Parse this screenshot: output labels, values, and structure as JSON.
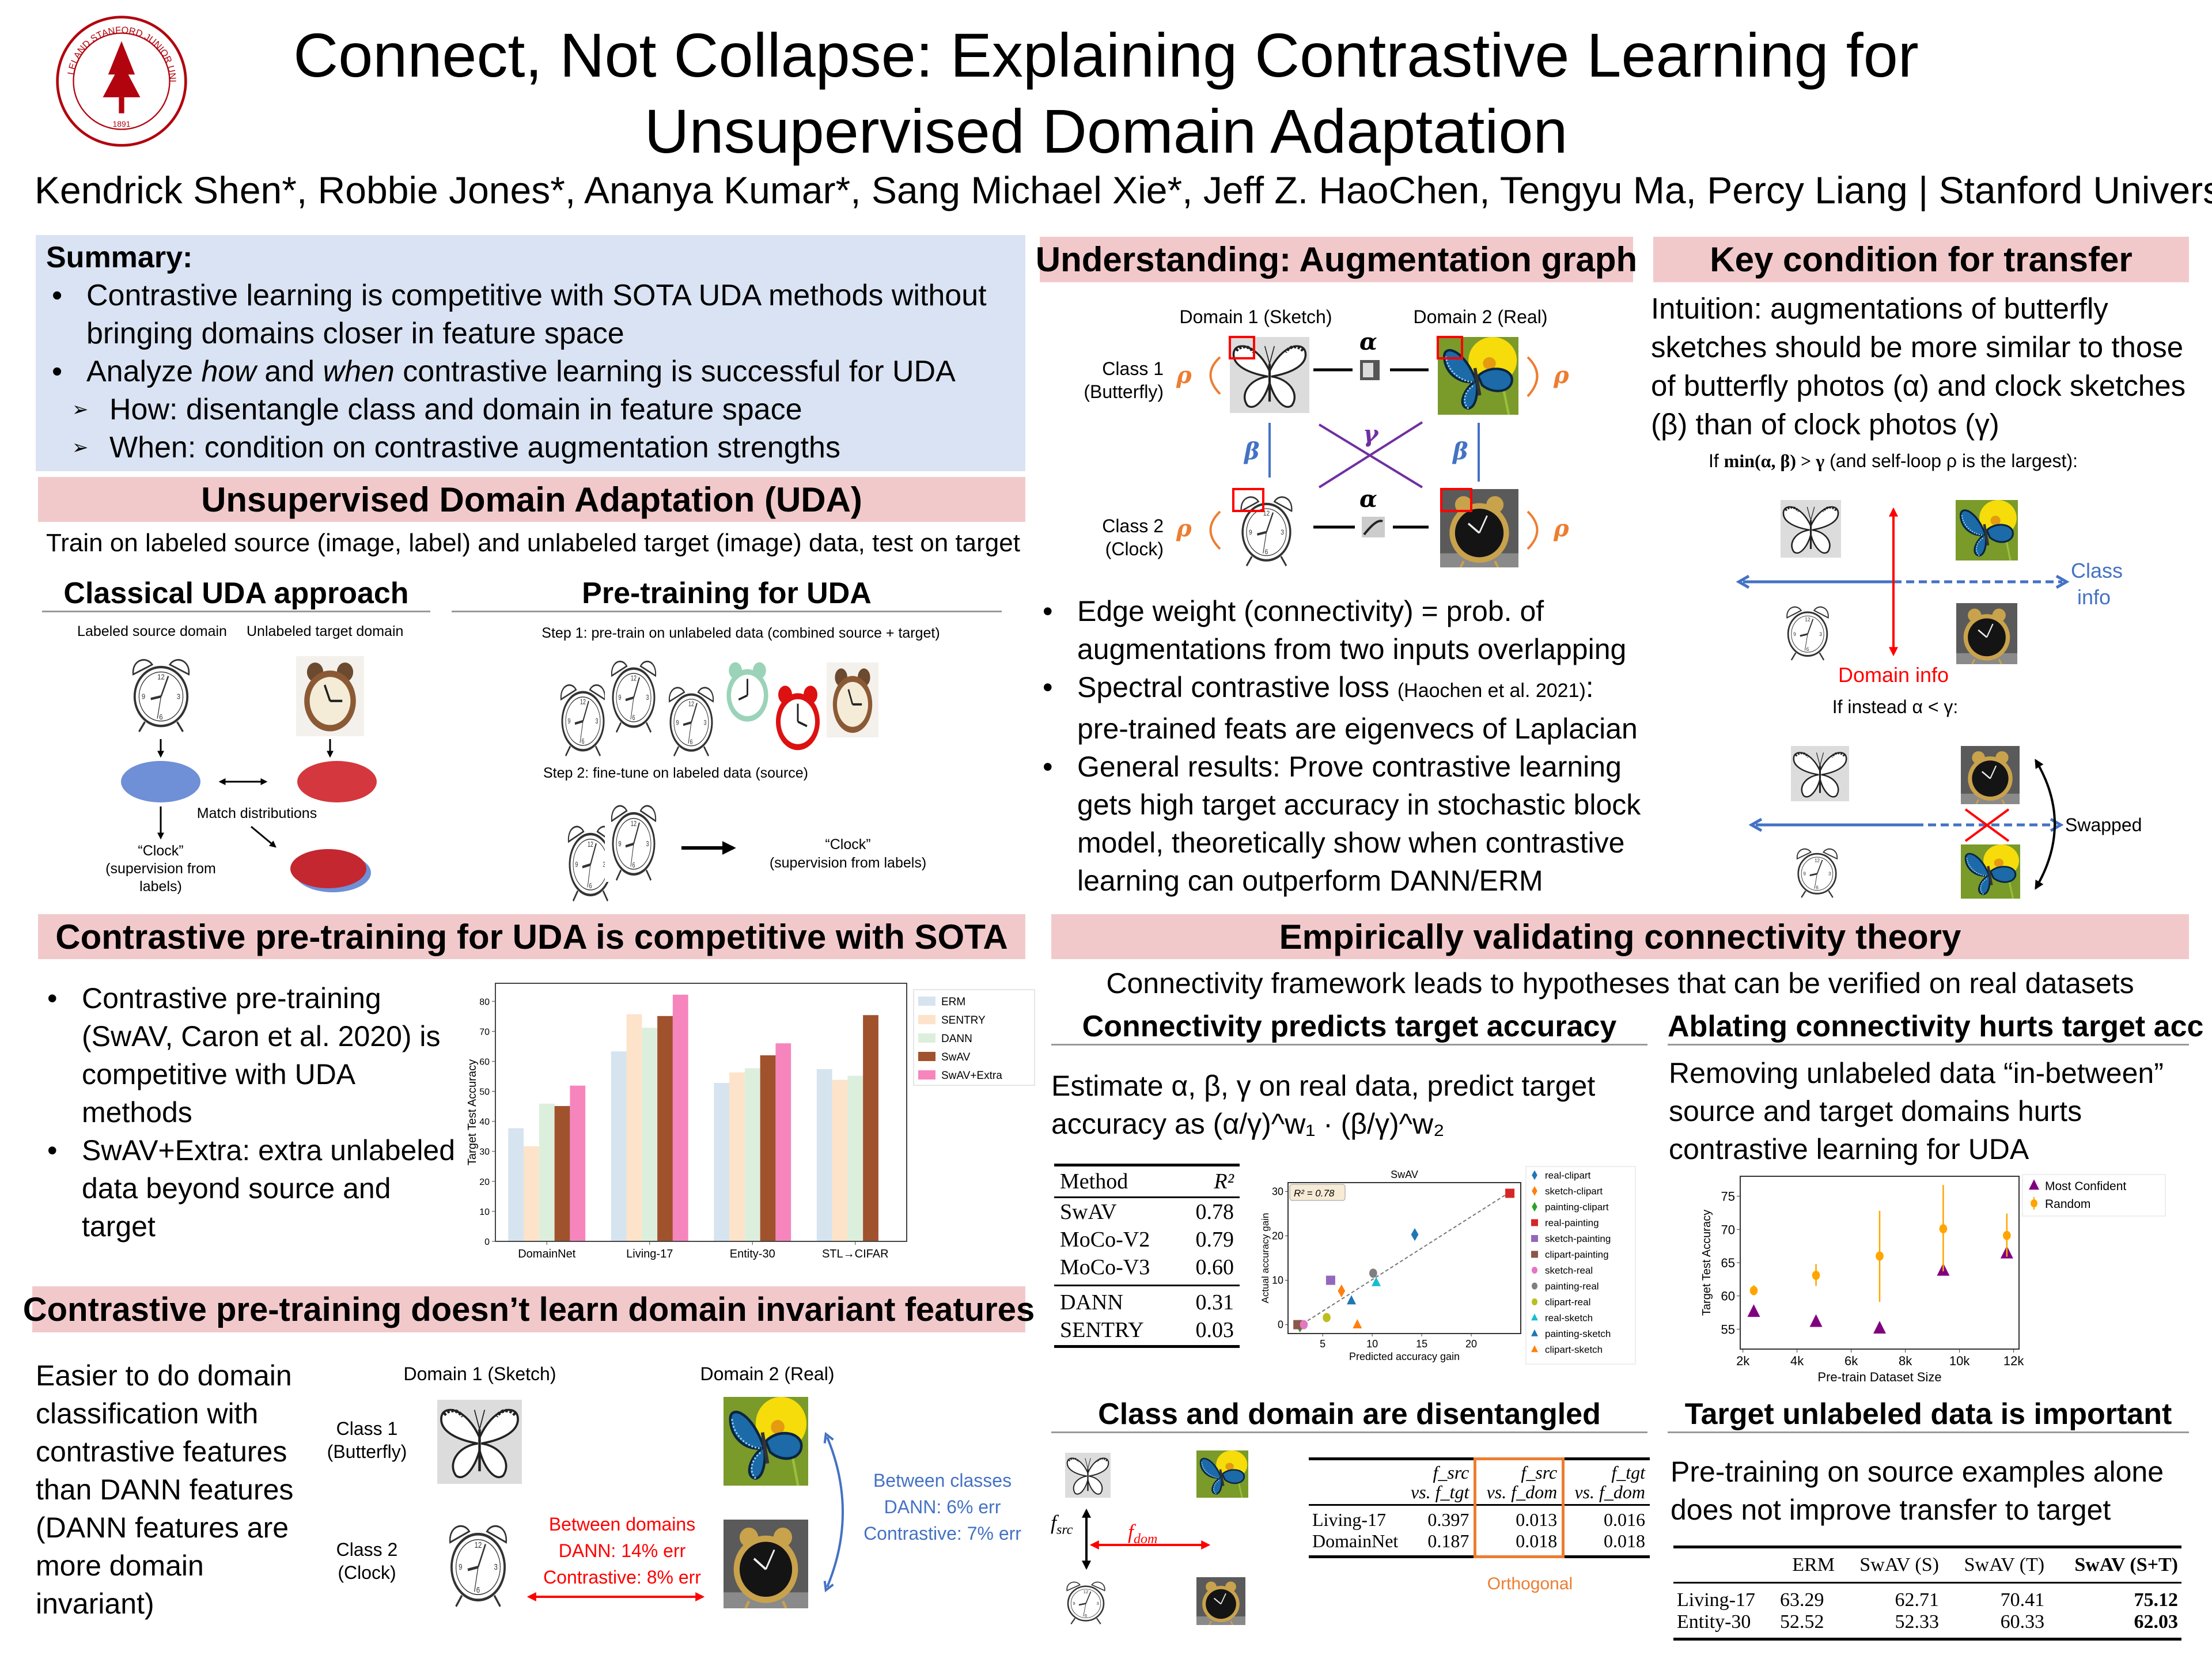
{
  "header": {
    "title_line1": "Connect, Not Collapse: Explaining Contrastive Learning for",
    "title_line2": "Unsupervised Domain Adaptation",
    "authors": "Kendrick Shen*, Robbie Jones*, Ananya Kumar*, Sang Michael Xie*, Jeff Z. HaoChen, Tengyu Ma, Percy Liang | Stanford University",
    "logo_text": "LELAND STANFORD JUNIOR UNIVERSITY 1891"
  },
  "summary": {
    "title": "Summary:",
    "bullets": [
      "Contrastive learning is competitive with SOTA UDA methods without bringing domains closer in feature space",
      "Analyze how and when contrastive learning is successful for UDA"
    ],
    "bullet2_parts": [
      "Analyze ",
      "how",
      " and ",
      "when",
      " contrastive learning is successful for UDA"
    ],
    "sub_bullets": [
      "How: disentangle class and domain in feature space",
      "When: condition on contrastive augmentation strengths"
    ]
  },
  "uda": {
    "header": "Unsupervised Domain Adaptation (UDA)",
    "intro": "Train on labeled source (image, label) and unlabeled target (image) data, test on target",
    "classical": {
      "title": "Classical UDA approach",
      "source_label": "Labeled source domain",
      "target_label": "Unlabeled target domain",
      "match_label": "Match distributions",
      "clock_label": "“Clock”",
      "clock_sub1": "(supervision from",
      "clock_sub2": "labels)"
    },
    "pretraining": {
      "title": "Pre-training for UDA",
      "step1": "Step 1: pre-train on unlabeled data (combined source + target)",
      "step2": "Step 2: fine-tune on labeled data (source)",
      "clock_label": "“Clock”",
      "clock_sub": "(supervision from labels)"
    }
  },
  "competitive": {
    "header": "Contrastive pre-training for UDA is competitive with SOTA",
    "bullets": [
      "Contrastive pre-training (SwAV, Caron et al. 2020) is competitive with UDA methods",
      "SwAV+Extra: extra unlabeled data beyond source and target"
    ]
  },
  "invariant": {
    "header": "Contrastive pre-training doesn’t learn domain invariant features",
    "text": "Easier to do domain classification with contrastive features than DANN features (DANN features are more domain invariant)",
    "domain1": "Domain 1 (Sketch)",
    "domain2": "Domain 2 (Real)",
    "class1": "Class 1",
    "class1_sub": "(Butterfly)",
    "class2": "Class 2",
    "class2_sub": "(Clock)",
    "between_domains": [
      "Between domains",
      "DANN: 14% err",
      "Contrastive: 8% err"
    ],
    "between_classes": [
      "Between classes",
      "DANN: 6% err",
      "Contrastive: 7% err"
    ]
  },
  "augmentation": {
    "header": "Understanding: Augmentation graph",
    "domain1": "Domain 1 (Sketch)",
    "domain2": "Domain 2 (Real)",
    "class1": "Class 1",
    "class1_sub": "(Butterfly)",
    "class2": "Class 2",
    "class2_sub": "(Clock)",
    "alpha": "α",
    "beta": "β",
    "gamma": "γ",
    "rho": "ρ",
    "bullets": [
      "Edge weight (connectivity) = prob. of augmentations from two inputs overlapping",
      "Spectral contrastive loss",
      "General results: Prove contrastive learning gets high target accuracy in stochastic block model, theoretically show when contrastive learning can outperform DANN/ERM"
    ],
    "spectral_cite": "(Haochen et al. 2021)",
    "spectral_rest": ": pre-trained feats are eigenvecs of Laplacian"
  },
  "key_condition": {
    "header": "Key condition for transfer",
    "intuition": "Intuition: augmentations of butterfly sketches should be more similar to those of butterfly photos (α) and clock sketches (β) than of clock photos (γ)",
    "condition_prefix": "If ",
    "condition_math": "min(α, β) > γ",
    "condition_suffix": "  (and self-loop ρ is the largest):",
    "class_info": [
      "Class",
      "info"
    ],
    "domain_info": "Domain info",
    "instead": "If instead α < γ:",
    "swapped": "Swapped"
  },
  "empirical": {
    "header": "Empirically validating connectivity theory",
    "intro": "Connectivity framework leads to hypotheses that can be verified on real datasets",
    "predicts": {
      "title": "Connectivity predicts target accuracy",
      "text_line1": "Estimate α, β, γ on real data, predict target",
      "text_line2": "accuracy as (α/γ)^w₁ · (β/γ)^w₂",
      "table": {
        "headers": [
          "Method",
          "R²"
        ],
        "rows": [
          [
            "SwAV",
            "0.78"
          ],
          [
            "MoCo-V2",
            "0.79"
          ],
          [
            "MoCo-V3",
            "0.60"
          ],
          [
            "DANN",
            "0.31"
          ],
          [
            "SENTRY",
            "0.03"
          ]
        ]
      }
    },
    "ablating": {
      "title": "Ablating connectivity hurts target acc",
      "text": "Removing unlabeled data “in-between” source and target domains hurts contrastive learning for UDA"
    },
    "disentangled": {
      "title": "Class and domain are disentangled",
      "fsrc": "f",
      "fsrc_sub": "src",
      "fdom": "f",
      "fdom_sub": "dom",
      "table": {
        "headers": [
          [
            "f_src",
            "vs. f_tgt"
          ],
          [
            "f_src",
            "vs. f_dom"
          ],
          [
            "f_tgt",
            "vs. f_dom"
          ]
        ],
        "rows": [
          [
            "Living-17",
            "0.397",
            "0.013",
            "0.016"
          ],
          [
            "DomainNet",
            "0.187",
            "0.018",
            "0.018"
          ]
        ]
      },
      "orthogonal": "Orthogonal"
    },
    "target_data": {
      "title": "Target unlabeled data is important",
      "text": "Pre-training on source examples alone does not improve transfer to target",
      "table": {
        "headers": [
          "",
          "ERM",
          "SwAV (S)",
          "SwAV (T)",
          "SwAV (S+T)"
        ],
        "rows": [
          [
            "Living-17",
            "63.29",
            "62.71",
            "70.41",
            "75.12"
          ],
          [
            "Entity-30",
            "52.52",
            "52.33",
            "60.33",
            "62.03"
          ]
        ]
      }
    }
  },
  "colors": {
    "header_bg": "#f2c9cb",
    "summary_bg": "#dae3f3",
    "rho": "#ed7d31",
    "beta": "#4472c4",
    "gamma": "#7030a0",
    "red": "#ff0000"
  },
  "chart_data": [
    {
      "type": "bar",
      "title": "",
      "xlabel": "",
      "ylabel": "Target Test Accuracy",
      "ylim": [
        0,
        86
      ],
      "yticks": [
        0,
        10,
        20,
        30,
        40,
        50,
        60,
        70,
        80
      ],
      "categories": [
        "DomainNet",
        "Living-17",
        "Entity-30",
        "STL→CIFAR"
      ],
      "series": [
        {
          "name": "ERM",
          "color": "#d6e4f0",
          "values": [
            37.7,
            63.3,
            52.8,
            57.4
          ]
        },
        {
          "name": "SENTRY",
          "color": "#fde3c9",
          "values": [
            31.7,
            75.7,
            56.3,
            53.8
          ]
        },
        {
          "name": "DANN",
          "color": "#dcefdc",
          "values": [
            45.9,
            71.2,
            57.7,
            55.2
          ]
        },
        {
          "name": "SwAV",
          "color": "#a0522d",
          "values": [
            45.1,
            75.1,
            62.0,
            75.4
          ]
        },
        {
          "name": "SwAV+Extra",
          "color": "#f785bd",
          "values": [
            51.9,
            82.2,
            66.0,
            null
          ]
        }
      ],
      "legend": "right",
      "grid": false
    },
    {
      "type": "scatter",
      "title": "SwAV",
      "xlabel": "Predicted accuracy gain",
      "ylabel": "Actual accuracy gain",
      "xlim": [
        1.5,
        25
      ],
      "ylim": [
        -2,
        32
      ],
      "xticks": [
        5,
        10,
        15,
        20
      ],
      "yticks": [
        0,
        10,
        20,
        30
      ],
      "annotation": "R² = 0.78",
      "fit_line": [
        [
          2.5,
          -0.5
        ],
        [
          24,
          30
        ]
      ],
      "points": [
        {
          "name": "real-clipart",
          "marker": "diamond",
          "color": "#1f77b4",
          "x": 14.3,
          "y": 20.3
        },
        {
          "name": "sketch-clipart",
          "marker": "diamond",
          "color": "#ff7f0e",
          "x": 6.9,
          "y": 7.6
        },
        {
          "name": "painting-clipart",
          "marker": "diamond",
          "color": "#2ca02c",
          "x": 2.7,
          "y": -0.3
        },
        {
          "name": "real-painting",
          "marker": "square",
          "color": "#d62728",
          "x": 23.9,
          "y": 29.6
        },
        {
          "name": "sketch-painting",
          "marker": "square",
          "color": "#9467bd",
          "x": 5.8,
          "y": 10.0
        },
        {
          "name": "clipart-painting",
          "marker": "square",
          "color": "#8c564b",
          "x": 2.5,
          "y": 0.0
        },
        {
          "name": "sketch-real",
          "marker": "circle",
          "color": "#e377c2",
          "x": 3.1,
          "y": 0.0
        },
        {
          "name": "painting-real",
          "marker": "circle",
          "color": "#7f7f7f",
          "x": 10.1,
          "y": 11.6
        },
        {
          "name": "clipart-real",
          "marker": "circle",
          "color": "#bcbd22",
          "x": 5.4,
          "y": 1.6
        },
        {
          "name": "real-sketch",
          "marker": "triangle",
          "color": "#17becf",
          "x": 10.4,
          "y": 9.5
        },
        {
          "name": "painting-sketch",
          "marker": "triangle",
          "color": "#1f77b4",
          "x": 7.9,
          "y": 5.4
        },
        {
          "name": "clipart-sketch",
          "marker": "triangle",
          "color": "#ff7f0e",
          "x": 8.5,
          "y": 0.0
        }
      ],
      "legend": "right",
      "grid": false
    },
    {
      "type": "scatter",
      "title": "",
      "xlabel": "Pre-train Dataset Size",
      "ylabel": "Target Test Accuracy",
      "xlim": [
        1900,
        12200
      ],
      "ylim": [
        52,
        78
      ],
      "xticks": [
        2000,
        4000,
        6000,
        8000,
        10000,
        12000
      ],
      "xticklabels": [
        "2k",
        "4k",
        "6k",
        "8k",
        "10k",
        "12k"
      ],
      "yticks": [
        55,
        60,
        65,
        70,
        75
      ],
      "series": [
        {
          "name": "Most Confident",
          "marker": "triangle",
          "color": "#800080",
          "x": [
            2400,
            4700,
            7050,
            9400,
            11750
          ],
          "y": [
            57.6,
            56.1,
            55.1,
            63.8,
            66.4
          ]
        },
        {
          "name": "Random",
          "marker": "circle",
          "color": "#ffa500",
          "x": [
            2400,
            4700,
            7050,
            9400,
            11750
          ],
          "y": [
            60.8,
            63.1,
            66.0,
            70.1,
            69.1
          ],
          "err_low": [
            60.1,
            61.5,
            59.1,
            63.7,
            65.9
          ],
          "err_high": [
            61.6,
            64.8,
            72.8,
            76.7,
            72.4
          ]
        }
      ],
      "legend": "top-right",
      "grid": false
    }
  ]
}
